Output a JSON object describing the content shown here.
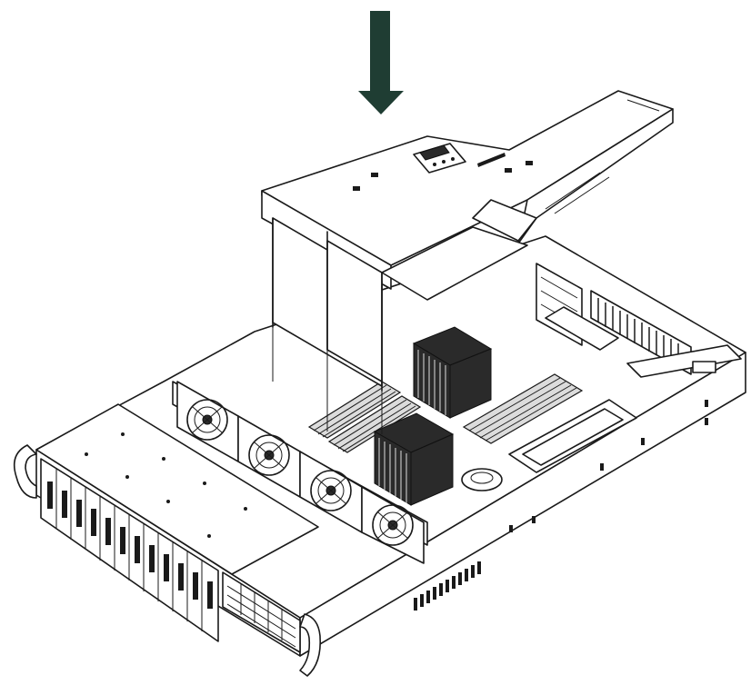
{
  "colors": {
    "arrow": "#1f3d33",
    "line": "#1a1a1a",
    "background": "#ffffff",
    "heatsink": "#2a2a2a"
  },
  "parts": {
    "arrow": "down-arrow-icon",
    "shroud": "air-shroud",
    "chassis": "server-chassis",
    "fans": 4,
    "drive_bays": 12,
    "heatsinks": 2
  }
}
